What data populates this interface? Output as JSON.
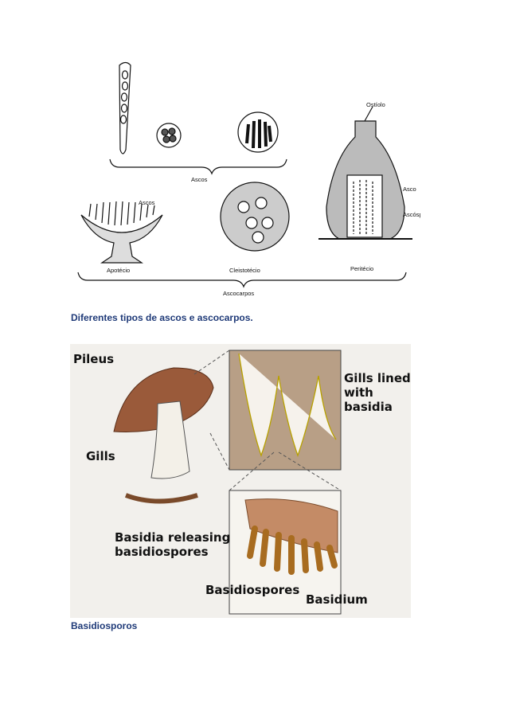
{
  "figure1": {
    "labels": {
      "ostiolo": "Ostíolo",
      "ascos_top": "Ascos",
      "ascos_apotecio": "Ascos",
      "asco": "Asco",
      "ascosporo": "Ascósporo",
      "apotecio": "Apotécio",
      "cleistotecio": "Cleistotécio",
      "peritecio": "Peritécio",
      "ascocarpos": "Ascocarpos"
    },
    "caption": "Diferentes tipos de ascos e ascocarpos."
  },
  "figure2": {
    "labels": {
      "pileus": "Pileus",
      "gills": "Gills",
      "gills_lined_1": "Gills lined",
      "gills_lined_2": "with",
      "gills_lined_3": "basidia",
      "basidia_releasing_1": "Basidia releasing",
      "basidia_releasing_2": "basidiospores",
      "basidiospores": "Basidiospores",
      "basidium": "Basidium"
    },
    "caption": "Basidiosporos"
  }
}
